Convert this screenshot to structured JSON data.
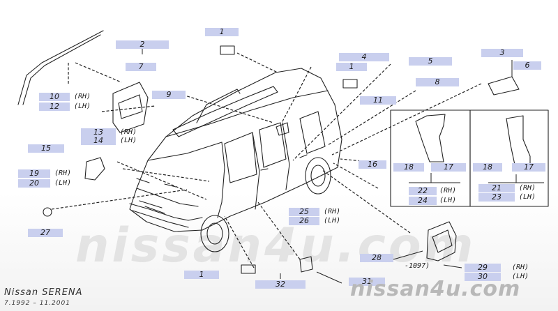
{
  "diagram": {
    "title": "Nissan SERENA",
    "subtitle": "7.1992 – 11.2001",
    "watermark_big": "nissan4u.com",
    "watermark_small": "nissan4u.com",
    "note_1097": "-1097)",
    "labels": {
      "p1_top": "1",
      "p2": "2",
      "p3": "3",
      "p4": "4",
      "p1_mid": "1",
      "p5": "5",
      "p6": "6",
      "p7": "7",
      "p8": "8",
      "p9": "9",
      "p10": "10",
      "p12": "12",
      "p11": "11",
      "p13": "13",
      "p14": "14",
      "p15": "15",
      "p16": "16",
      "p18a": "18",
      "p17a": "17",
      "p18b": "18",
      "p17b": "17",
      "p19": "19",
      "p20": "20",
      "p22": "22",
      "p24": "24",
      "p21": "21",
      "p23": "23",
      "p25": "25",
      "p26": "26",
      "p27": "27",
      "p28": "28",
      "p29": "29",
      "p30": "30",
      "p1_bot": "1",
      "p32": "32",
      "p31": "31"
    },
    "sides": {
      "rh": "(RH)",
      "lh": "(LH)"
    }
  }
}
